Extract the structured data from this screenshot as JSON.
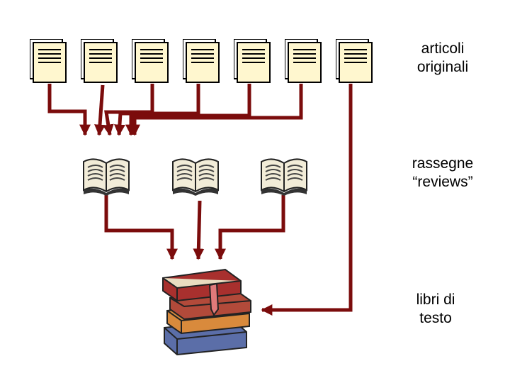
{
  "labels": {
    "articles": {
      "line1": "articoli",
      "line2": "originali"
    },
    "reviews": {
      "line1": "rassegne",
      "line2": "“reviews”"
    },
    "textbooks": {
      "line1": "libri di",
      "line2": "testo"
    }
  },
  "colors": {
    "connector": "#7b0c0c",
    "paper": "#fff7cf",
    "paper_outline": "#000000",
    "background": "#ffffff"
  },
  "nodes": {
    "article_count": 7,
    "review_count": 3,
    "book_stack_count": 1
  }
}
